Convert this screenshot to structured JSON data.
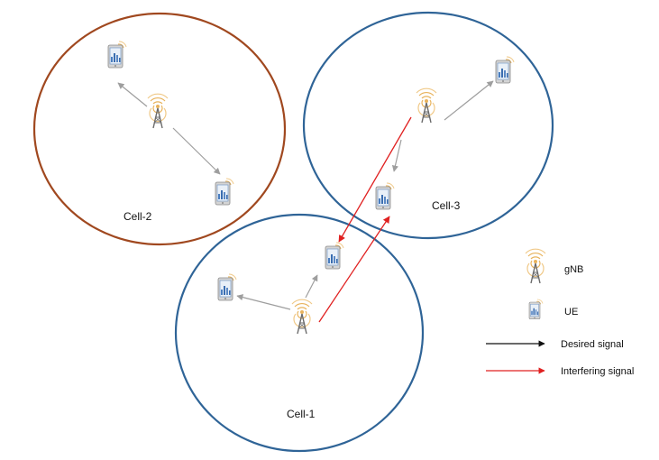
{
  "cells": [
    {
      "label": "Cell-1",
      "color": "#2f6497"
    },
    {
      "label": "Cell-2",
      "color": "#a0481f"
    },
    {
      "label": "Cell-3",
      "color": "#2f6497"
    }
  ],
  "legend": {
    "gnb_label": "gNB",
    "ue_label": "UE",
    "desired_label": "Desired signal",
    "interfering_label": "Interfering signal"
  },
  "colors": {
    "desired_arrow": "#111111",
    "interfering_arrow": "#e02020",
    "link_arrow": "#9e9e9e",
    "gnb_wave": "#e8b35c",
    "ue_body": "#c9c9c9",
    "ue_screen": "#5a88c4"
  },
  "icons": [
    "gnb-tower-icon",
    "ue-device-icon"
  ]
}
